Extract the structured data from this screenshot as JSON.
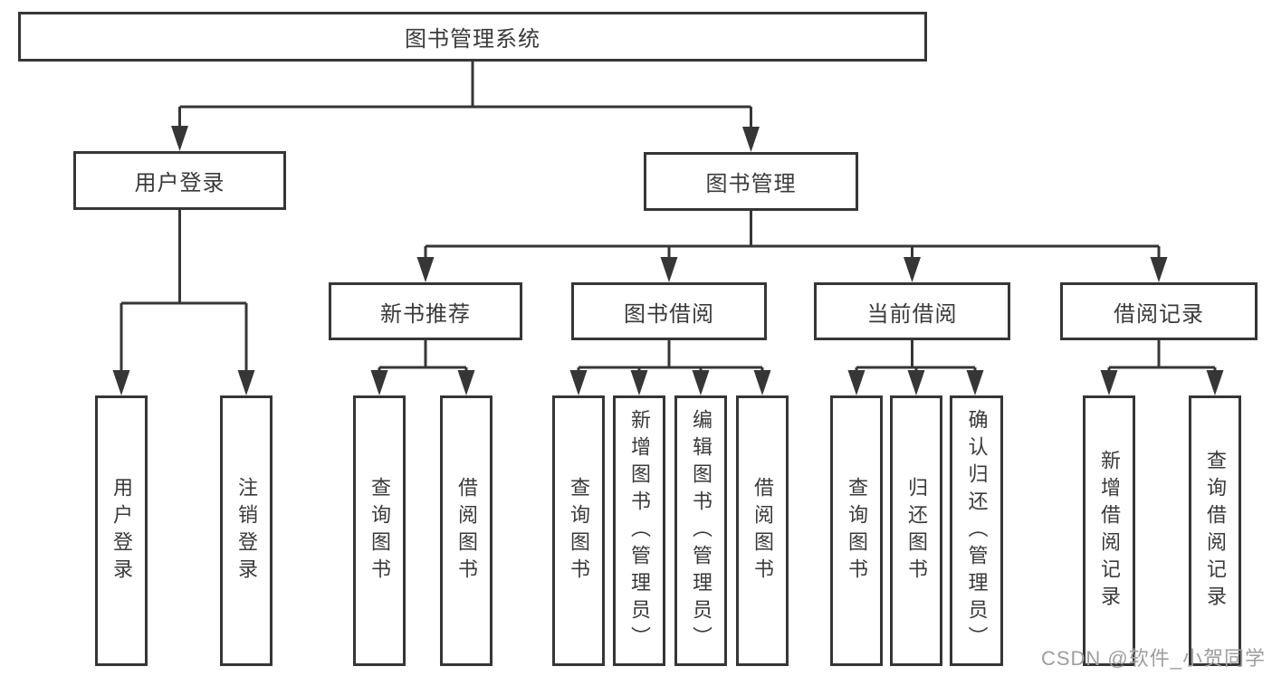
{
  "diagram": {
    "type": "tree",
    "tree": {
      "label": "图书管理系统",
      "children": [
        {
          "label": "用户登录",
          "children": [
            {
              "label": "用户登录"
            },
            {
              "label": "注销登录"
            }
          ]
        },
        {
          "label": "图书管理",
          "children": [
            {
              "label": "新书推荐",
              "children": [
                {
                  "label": "查询图书"
                },
                {
                  "label": "借阅图书"
                }
              ]
            },
            {
              "label": "图书借阅",
              "children": [
                {
                  "label": "查询图书"
                },
                {
                  "label": "新增图书（管理员）"
                },
                {
                  "label": "编辑图书（管理员）"
                },
                {
                  "label": "借阅图书"
                }
              ]
            },
            {
              "label": "当前借阅",
              "children": [
                {
                  "label": "查询图书"
                },
                {
                  "label": "归还图书"
                },
                {
                  "label": "确认归还（管理员）"
                }
              ]
            },
            {
              "label": "借阅记录",
              "children": [
                {
                  "label": "新增借阅记录"
                },
                {
                  "label": "查询借阅记录"
                }
              ]
            }
          ]
        }
      ]
    },
    "watermark": "CSDN @软件_小贺同学",
    "colors": {
      "line": "#363636",
      "text": "#3a3a3a",
      "watermark": "#9e9e9e",
      "background": "#ffffff"
    }
  }
}
